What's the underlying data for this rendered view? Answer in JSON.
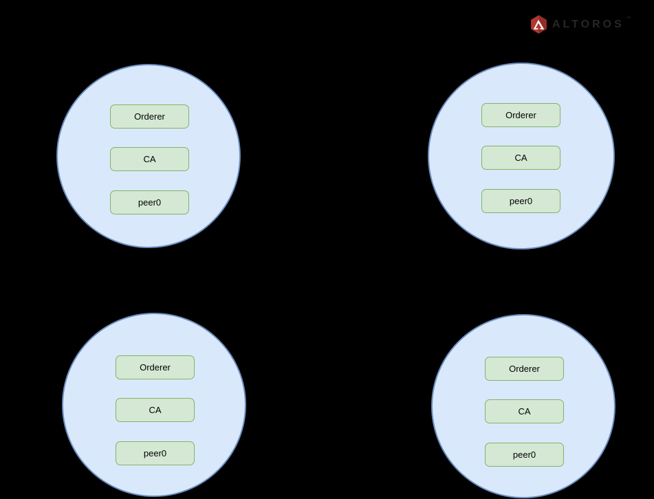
{
  "canvas": {
    "background": "#000000"
  },
  "logo": {
    "brand": "ALTOROS",
    "trademark": "™",
    "badge_icon": "altoros-hexagon-mountain-icon",
    "badge_color": "#b23731",
    "badge_shade": "#8e2b26",
    "text_color": "#2a2526"
  },
  "palette": {
    "org_fill": "#dae8fc",
    "org_border": "#6c8ebf",
    "node_fill": "#d5e8d4",
    "node_border": "#82b366"
  },
  "organizations": [
    {
      "position": "top-left",
      "nodes": [
        "Orderer",
        "CA",
        "peer0"
      ]
    },
    {
      "position": "top-right",
      "nodes": [
        "Orderer",
        "CA",
        "peer0"
      ]
    },
    {
      "position": "bottom-left",
      "nodes": [
        "Orderer",
        "CA",
        "peer0"
      ]
    },
    {
      "position": "bottom-right",
      "nodes": [
        "Orderer",
        "CA",
        "peer0"
      ]
    }
  ]
}
